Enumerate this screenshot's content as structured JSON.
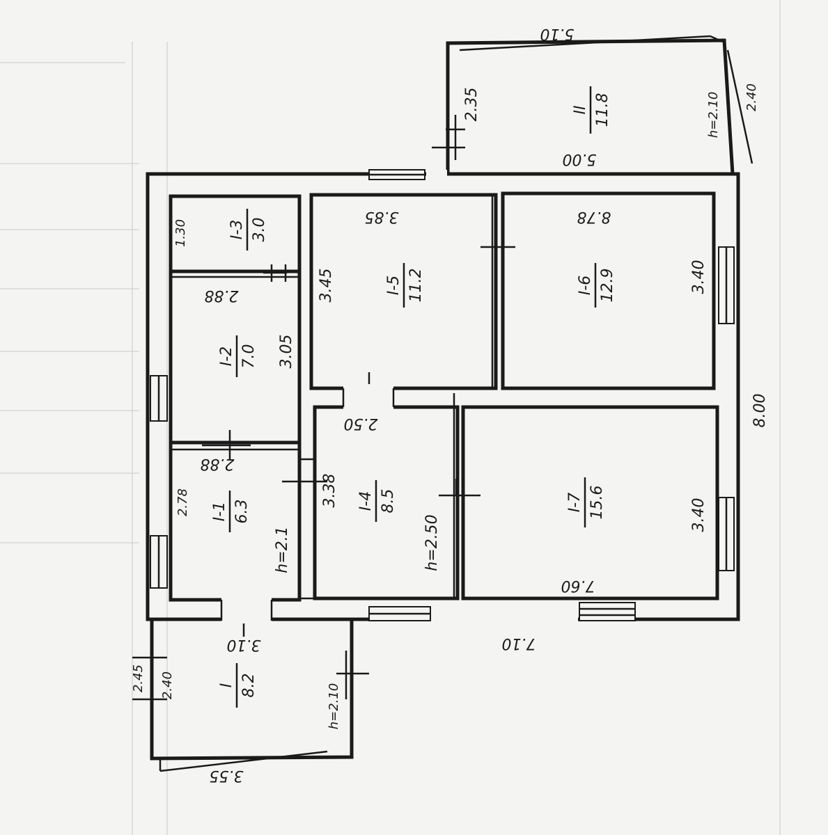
{
  "plan": {
    "rooms": {
      "r1": {
        "id": "I-1",
        "area": "6.3"
      },
      "r2": {
        "id": "I-2",
        "area": "7.0"
      },
      "r3": {
        "id": "I-3",
        "area": "3.0"
      },
      "r4": {
        "id": "I-4",
        "area": "8.5"
      },
      "r5": {
        "id": "I-5",
        "area": "11.2"
      },
      "r6": {
        "id": "I-6",
        "area": "12.9"
      },
      "r7": {
        "id": "I-7",
        "area": "15.6"
      },
      "rI": {
        "id": "I",
        "area": "8.2"
      },
      "rII": {
        "id": "II",
        "area": "11.8"
      }
    },
    "dims": {
      "d_510": "5.10",
      "d_500": "5.00",
      "d_235": "2.35",
      "d_210a": "h=2.10",
      "d_240a": "2.40",
      "d_130": "1.30",
      "d_385": "3.85",
      "d_878": "8.78",
      "d_345": "3.45",
      "d_340a": "3.40",
      "d_288a": "2.88",
      "d_305": "3.05",
      "d_800": "8.00",
      "d_250": "2.50",
      "d_288b": "2.88",
      "d_278": "2.78",
      "d_338": "3.38",
      "d_h21": "h=2.1",
      "d_h250": "h=2.50",
      "d_340b": "3.40",
      "d_760": "7.60",
      "d_710": "7.10",
      "d_310": "3.10",
      "d_245": "2.45",
      "d_240b": "2.40",
      "d_h210b": "h=2.10",
      "d_355": "3.55"
    }
  }
}
